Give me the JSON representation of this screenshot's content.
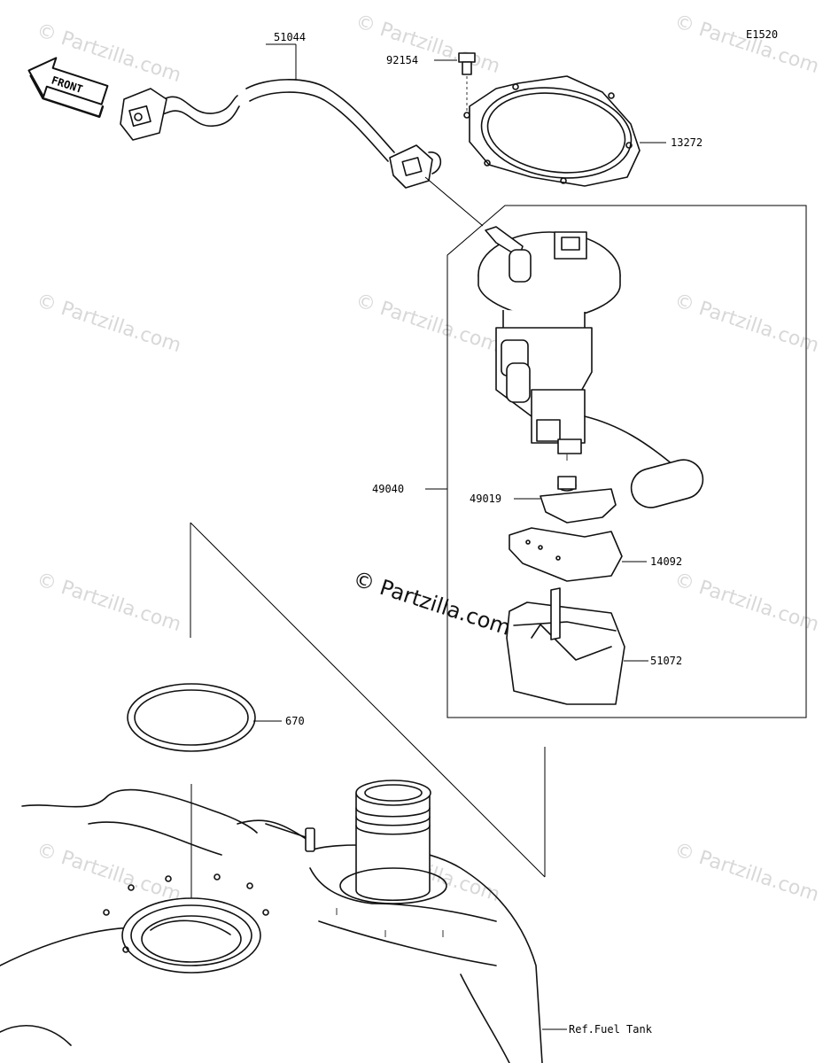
{
  "diagram": {
    "code": "E1520",
    "front_label": "FRONT",
    "watermark": "© Partzilla.com",
    "center_watermark": "© Partzilla.com",
    "parts": {
      "p51044": "51044",
      "p92154": "92154",
      "p13272": "13272",
      "p49040": "49040",
      "p49019": "49019",
      "p14092": "14092",
      "p51072": "51072",
      "p670": "670",
      "ref_tank": "Ref.Fuel Tank"
    }
  }
}
